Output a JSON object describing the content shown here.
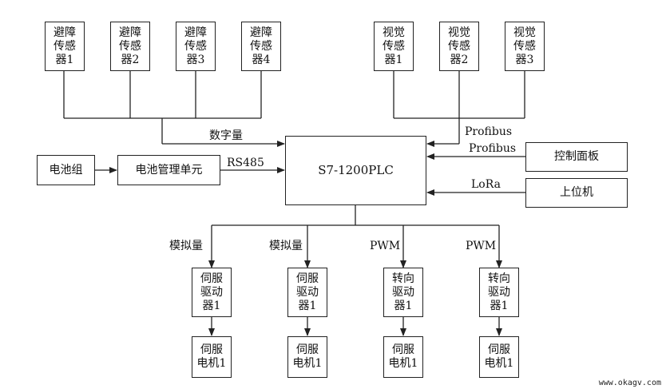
{
  "obstacle_sensors": [
    "避障\n传感\n器1",
    "避障\n传感\n器2",
    "避障\n传感\n器3",
    "避障\n传感\n器4"
  ],
  "vision_sensors": [
    "视觉\n传感\n器1",
    "视觉\n传感\n器2",
    "视觉\n传感\n器3"
  ],
  "plc": "S7-1200PLC",
  "battery": "电池组",
  "bms": "电池管理单元",
  "control_panel": "控制面板",
  "host_pc": "上位机",
  "drivers": [
    "伺服\n驱动\n器1",
    "伺服\n驱动\n器1",
    "转向\n驱动\n器1",
    "转向\n驱动\n器1"
  ],
  "motors": [
    "伺服\n电机1",
    "伺服\n电机1",
    "伺服\n电机1",
    "伺服\n电机1"
  ],
  "labels": {
    "digital": "数字量",
    "profibus_1": "Profibus",
    "profibus_2": "Profibus",
    "rs485": "RS485",
    "lora": "LoRa",
    "driver_signals": [
      "模拟量",
      "模拟量",
      "PWM",
      "PWM"
    ]
  },
  "watermark": "www.okagv.com",
  "colors": {
    "line": "#222222",
    "text": "#111111",
    "background": "#ffffff"
  }
}
